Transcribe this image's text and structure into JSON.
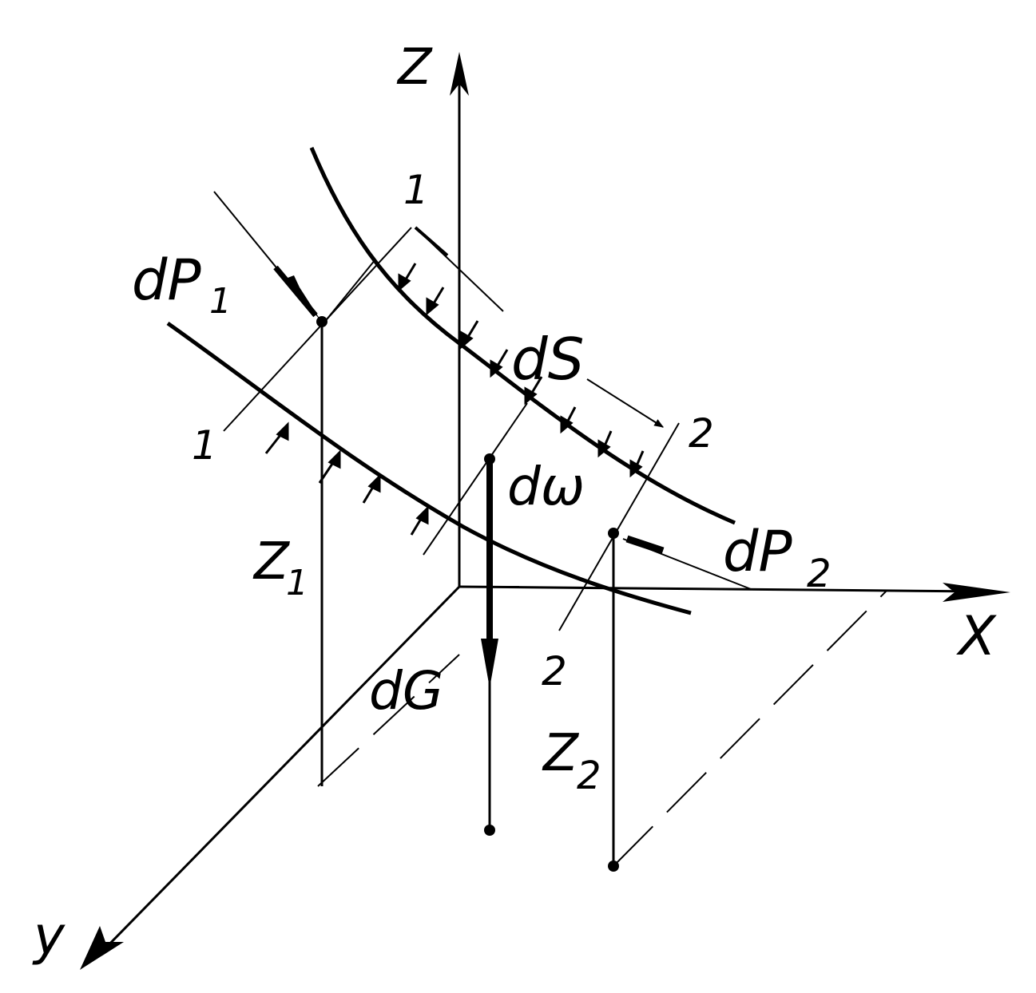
{
  "axes": {
    "z": "Z",
    "x": "X",
    "y": "y"
  },
  "labels": {
    "dP1_main": "dP",
    "dP1_sub": "1",
    "dP2_main": "dP",
    "dP2_sub": "2",
    "dS": "dS",
    "domega": "dω",
    "dG": "dG",
    "z1_main": "Z",
    "z1_sub": "1",
    "z2_main": "Z",
    "z2_sub": "2",
    "sec1_top": "1",
    "sec1_left": "1",
    "sec2_right": "2",
    "sec2_bottom": "2"
  },
  "colors": {
    "ink": "#000000",
    "background": "#ffffff"
  }
}
